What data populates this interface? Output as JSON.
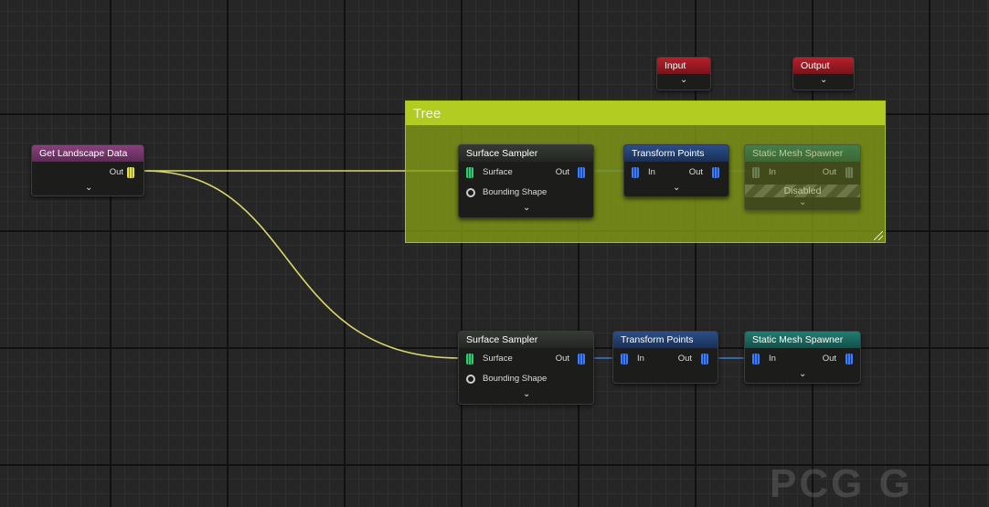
{
  "colors": {
    "wire_yellow": "#d8d86a",
    "wire_blue": "#3f78d6",
    "group_fill": "#859d16",
    "group_header": "#b3cc22"
  },
  "group": {
    "title": "Tree"
  },
  "nodes": {
    "get_landscape": {
      "title": "Get Landscape Data",
      "out_label": "Out",
      "expand_icon": "chevron-down-icon"
    },
    "input": {
      "title": "Input"
    },
    "output": {
      "title": "Output"
    },
    "sampler_top": {
      "title": "Surface Sampler",
      "surface_label": "Surface",
      "out_label": "Out",
      "bounding_label": "Bounding Shape"
    },
    "transform_top": {
      "title": "Transform Points",
      "in_label": "In",
      "out_label": "Out"
    },
    "spawner_top": {
      "title": "Static Mesh Spawner",
      "in_label": "In",
      "out_label": "Out",
      "status": "Disabled"
    },
    "sampler_bottom": {
      "title": "Surface Sampler",
      "surface_label": "Surface",
      "out_label": "Out",
      "bounding_label": "Bounding Shape"
    },
    "transform_bottom": {
      "title": "Transform Points",
      "in_label": "In",
      "out_label": "Out"
    },
    "spawner_bottom": {
      "title": "Static Mesh Spawner",
      "in_label": "In",
      "out_label": "Out"
    }
  },
  "chevron_glyph": "⌄",
  "watermark": "PCG G"
}
